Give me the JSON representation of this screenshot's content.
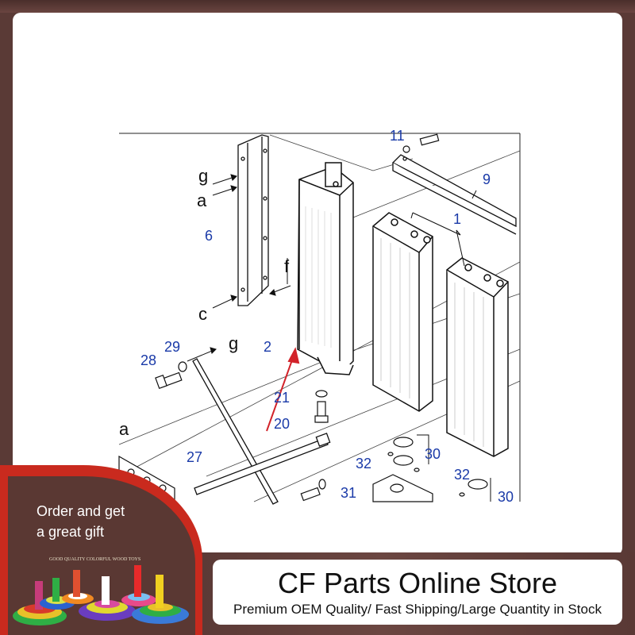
{
  "diagram": {
    "labels": {
      "g_top": "g",
      "a_top": "a",
      "part6": "6",
      "c": "c",
      "f": "f",
      "part2": "2",
      "part9": "9",
      "part1": "1",
      "part11": "11",
      "part28": "28",
      "part29": "29",
      "g_mid": "g",
      "part21": "21",
      "part20": "20",
      "a_mid": "a",
      "part27": "27",
      "part32a": "32",
      "part30a": "30",
      "part32b": "32",
      "part31": "31",
      "part30b": "30"
    },
    "colors": {
      "part_number": "#1a3aa8",
      "arrow": "#d2232a",
      "letter": "#111111"
    }
  },
  "promo": {
    "line1": "Order and get",
    "line2": "a great gift",
    "caption": "GOOD QUALITY  COLORFUL  WOOD TOYS"
  },
  "store": {
    "title": "CF Parts Online Store",
    "subtitle": "Premium OEM Quality/ Fast Shipping/Large Quantity in Stock"
  }
}
